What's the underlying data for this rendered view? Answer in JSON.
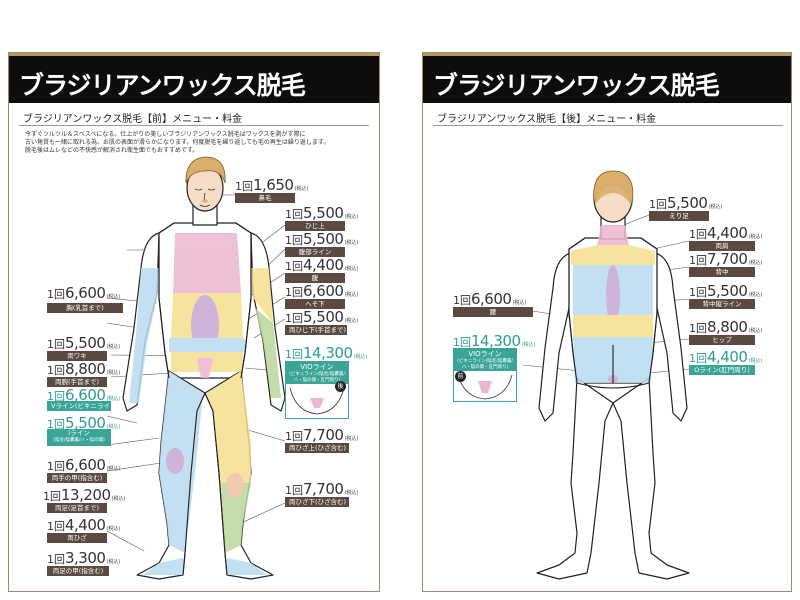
{
  "front": {
    "title": "ブラジリアンワックス脱毛",
    "subtitle": "ブラジリアンワックス脱毛【前】メニュー・料金",
    "intro": [
      "今すぐツルツル＆スベスベになる。仕上がりの美しいブラジリアンワックス脱毛はワックスを剥がす際に",
      "古い角質も一緒に取れる為、お肌の表面が滑らかになります。何度脱毛を繰り返しても毛の再生は繰り返します。",
      "脱毛後はムレなどの不快感が解消され衛生面でもおすすめです。"
    ],
    "menu": [
      {
        "lead": "1回",
        "price": "1,650",
        "tax": "(税込)",
        "label": "鼻毛"
      },
      {
        "lead": "1回",
        "price": "5,500",
        "tax": "(税込)",
        "label": "ひじ上"
      },
      {
        "lead": "1回",
        "price": "5,500",
        "tax": "(税込)",
        "label": "腹部ライン"
      },
      {
        "lead": "1回",
        "price": "4,400",
        "tax": "(税込)",
        "label": "腹"
      },
      {
        "lead": "1回",
        "price": "6,600",
        "tax": "(税込)",
        "label": "へそ下"
      },
      {
        "lead": "1回",
        "price": "5,500",
        "tax": "(税込)",
        "label": "両ひじ下(手首まで)"
      },
      {
        "lead": "1回",
        "price": "6,600",
        "tax": "(税込)",
        "label": "胸(乳首まで)"
      },
      {
        "lead": "1回",
        "price": "5,500",
        "tax": "(税込)",
        "label": "両ワキ"
      },
      {
        "lead": "1回",
        "price": "8,800",
        "tax": "(税込)",
        "label": "両腕(手首まで)"
      },
      {
        "lead": "1回",
        "price": "6,600",
        "tax": "(税込)",
        "label": "Vライン(ビキニライン)"
      },
      {
        "lead": "1回",
        "price": "5,500",
        "tax": "(税込)",
        "label": "Iライン",
        "note": "(陰毛/陰嚢裏/ハ・陰の間)"
      },
      {
        "lead": "1回",
        "price": "6,600",
        "tax": "(税込)",
        "label": "両手の甲(指含む)"
      },
      {
        "lead": "1回",
        "price": "13,200",
        "tax": "(税込)",
        "label": "両足(足首まで)"
      },
      {
        "lead": "1回",
        "price": "4,400",
        "tax": "(税込)",
        "label": "両ひざ"
      },
      {
        "lead": "1回",
        "price": "3,300",
        "tax": "(税込)",
        "label": "両足の甲(指含む)"
      },
      {
        "lead": "1回",
        "price": "7,700",
        "tax": "(税込)",
        "label": "両ひざ上(ひざ含む)"
      },
      {
        "lead": "1回",
        "price": "7,700",
        "tax": "(税込)",
        "label": "両ひざ下(ひざ含む)"
      }
    ],
    "vio": {
      "lead": "1回",
      "price": "14,300",
      "tax": "(税込)",
      "label": "VIOライン",
      "note": "(ビキニライン/陰毛/陰嚢裏/ハ・陰の間・肛門周り)",
      "badge": "後"
    }
  },
  "back": {
    "title": "ブラジリアンワックス脱毛",
    "subtitle": "ブラジリアンワックス脱毛【後】メニュー・料金",
    "menu": [
      {
        "lead": "1回",
        "price": "5,500",
        "tax": "(税込)",
        "label": "えり足"
      },
      {
        "lead": "1回",
        "price": "4,400",
        "tax": "(税込)",
        "label": "両肩"
      },
      {
        "lead": "1回",
        "price": "7,700",
        "tax": "(税込)",
        "label": "背中"
      },
      {
        "lead": "1回",
        "price": "5,500",
        "tax": "(税込)",
        "label": "背中縦ライン"
      },
      {
        "lead": "1回",
        "price": "6,600",
        "tax": "(税込)",
        "label": "腰"
      },
      {
        "lead": "1回",
        "price": "8,800",
        "tax": "(税込)",
        "label": "ヒップ"
      },
      {
        "lead": "1回",
        "price": "4,400",
        "tax": "(税込)",
        "label": "Oライン(肛門周り)"
      }
    ],
    "vio": {
      "lead": "1回",
      "price": "14,300",
      "tax": "(税込)",
      "label": "VIOライン",
      "note": "(ビキニライン/陰毛/陰嚢裏/ハ・陰の間・肛門周り)",
      "badge": "前"
    }
  },
  "colors": {
    "header": "#0f0c0c",
    "gold": "#b59a60",
    "pill": "#5b4a3f",
    "teal": "#3aa596",
    "pink": "#ecb6cf",
    "blue": "#b9daf0",
    "yellow": "#f5df8e",
    "green": "#b9d69c",
    "purple": "#c6a8d2",
    "skin": "#f6ddc8",
    "hair": "#d9ae6a"
  }
}
